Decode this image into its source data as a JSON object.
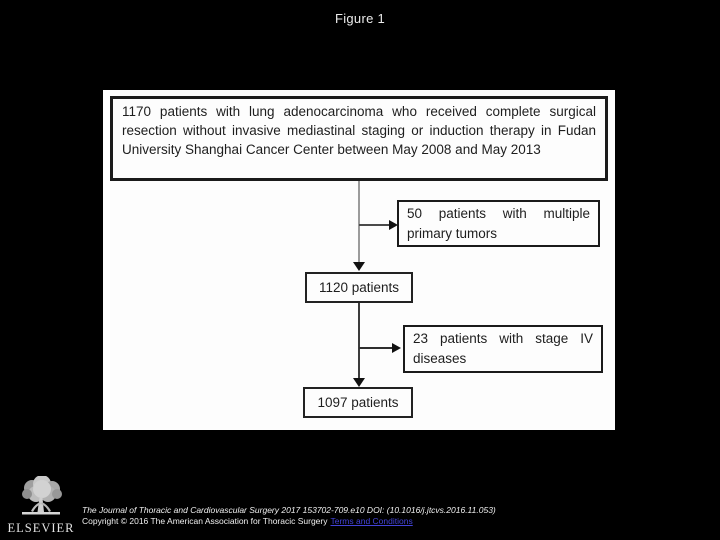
{
  "figure": {
    "title": "Figure 1"
  },
  "flowchart": {
    "source_box": "1170 patients with lung adenocarcinoma who received complete surgical resection without invasive mediastinal staging or induction therapy in Fudan University Shanghai Cancer Center between May 2008 and May 2013",
    "exclusions": [
      {
        "label": "50 patients with multiple primary tumors"
      },
      {
        "label": "23 patients with stage IV diseases"
      }
    ],
    "nodes": [
      {
        "label": "1120 patients"
      },
      {
        "label": "1097 patients"
      }
    ]
  },
  "footer": {
    "journal_citation": "The Journal of Thoracic and Cardiovascular Surgery 2017 153702-709.e10 DOI: (10.1016/j.jtcvs.2016.11.053)",
    "copyright_text": "Copyright © 2016 The American Association for Thoracic Surgery",
    "terms_link": "Terms and Conditions",
    "publisher": "ELSEVIER"
  },
  "colors": {
    "background": "#000000",
    "panel": "#fdfdfd",
    "box_border": "#1b1b1b",
    "link_blue": "#4343d8"
  }
}
